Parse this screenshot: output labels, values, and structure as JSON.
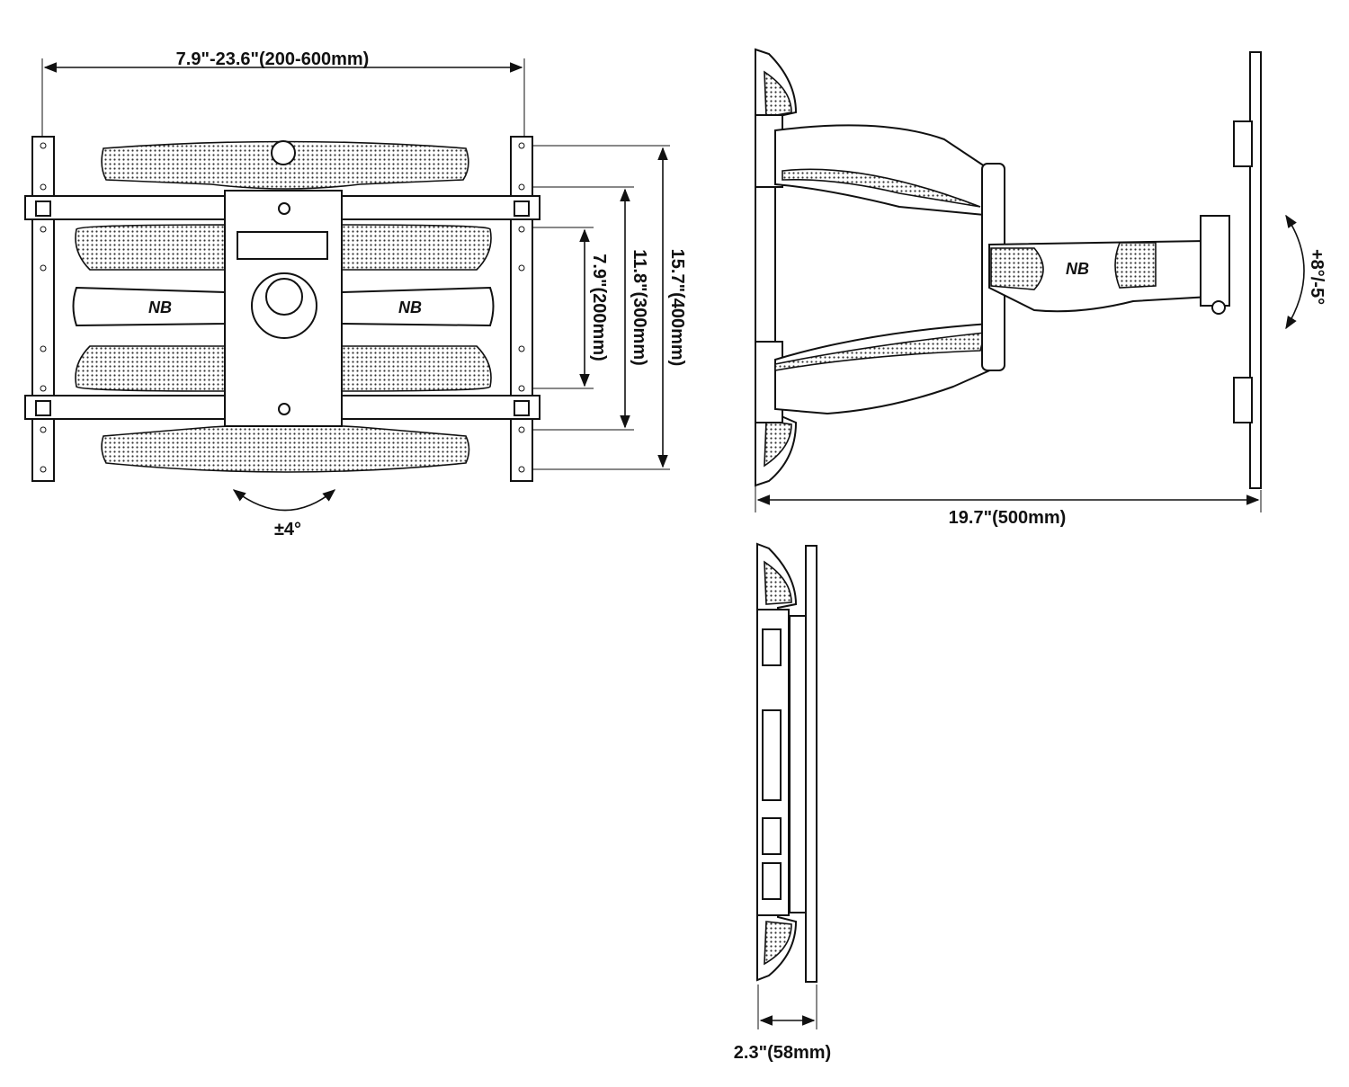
{
  "front_view": {
    "dim_width": "7.9\"-23.6\"(200-600mm)",
    "dim_v200": "7.9\"(200mm)",
    "dim_v300": "11.8\"(300mm)",
    "dim_v400": "15.7\"(400mm)",
    "swivel": "±4°"
  },
  "side_view": {
    "dim_extension": "19.7\"(500mm)",
    "tilt": "+8°/-5°"
  },
  "folded_view": {
    "dim_depth": "2.3\"(58mm)"
  },
  "brand_logo": "NB",
  "colors": {
    "ink": "#111111",
    "paper": "#ffffff"
  }
}
